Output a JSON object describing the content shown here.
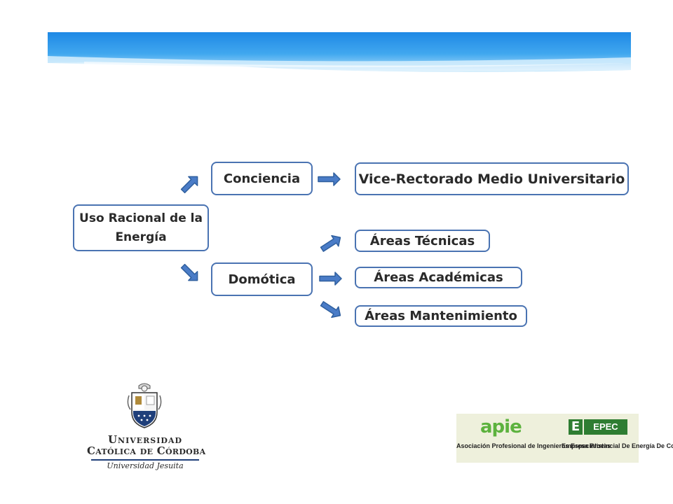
{
  "diagram": {
    "root": "Uso Racional de la Energía",
    "branches": [
      {
        "label": "Conciencia",
        "targets": [
          "Vice-Rectorado Medio Universitario"
        ]
      },
      {
        "label": "Domótica",
        "targets": [
          "Áreas Técnicas",
          "Áreas Académicas",
          "Áreas Mantenimiento"
        ]
      }
    ]
  },
  "logos": {
    "ucc": {
      "line1": "Universidad",
      "line2": "Católica de Córdoba",
      "subtitle": "Universidad Jesuita"
    },
    "apie": {
      "mark": "apie",
      "text": "Asociación Profesional de Ingenieros Especialistas"
    },
    "epec": {
      "mark_letter": "E",
      "mark_word": "EPEC",
      "text": "Empresa Provincial De Energía De Cordoba"
    }
  },
  "colors": {
    "box_border": "#4a73b2",
    "arrow_fill": "#4a7cc7",
    "banner_blue": "#2a8ee0",
    "apie_green": "#5cb23e",
    "epec_green": "#2e7d32"
  }
}
